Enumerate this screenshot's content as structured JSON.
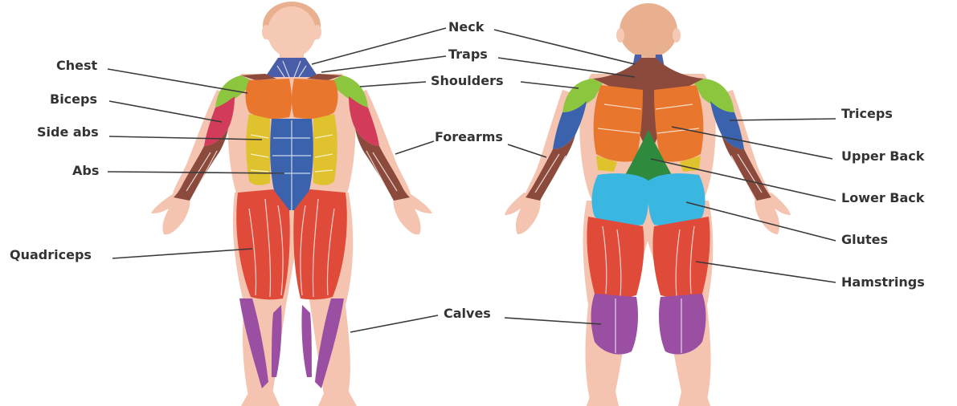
{
  "labels": {
    "neck": "Neck",
    "traps": "Traps",
    "shoulders": "Shoulders",
    "chest": "Chest",
    "biceps": "Biceps",
    "side_abs": "Side abs",
    "abs": "Abs",
    "forearms": "Forearms",
    "quadriceps": "Quadriceps",
    "calves": "Calves",
    "triceps": "Triceps",
    "upper_back": "Upper Back",
    "lower_back": "Lower Back",
    "glutes": "Glutes",
    "hamstrings": "Hamstrings"
  },
  "colors": {
    "skin": "#f5c4b0",
    "neck": "#4a5da8",
    "traps": "#8b4a3c",
    "shoulders": "#8cc63f",
    "chest": "#e8762d",
    "biceps": "#d23c5a",
    "side_abs": "#dfc22d",
    "abs": "#3b63ad",
    "forearms": "#8b4a3c",
    "quadriceps": "#e04a38",
    "calves": "#9b4fa3",
    "triceps": "#3b63ad",
    "upper_back": "#e8762d",
    "lower_back": "#2e8b3e",
    "glutes": "#39b7e0",
    "hamstrings": "#e04a38"
  }
}
